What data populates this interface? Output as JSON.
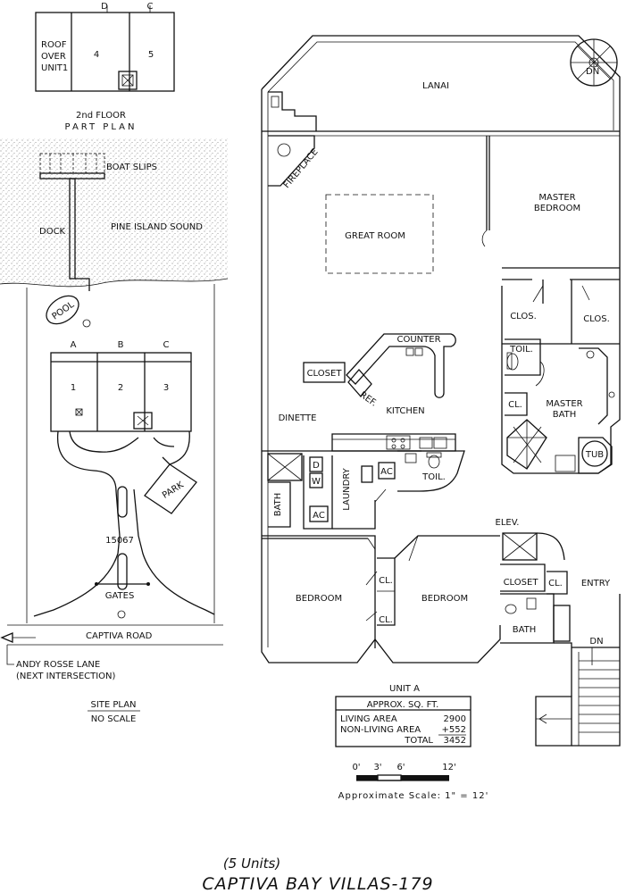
{
  "part_plan": {
    "col_d": "D",
    "col_c": "C",
    "roof_1": "ROOF",
    "roof_2": "OVER",
    "roof_3": "UNIT1",
    "unit_4": "4",
    "unit_5": "5",
    "title_1": "2nd FLOOR",
    "title_2": "PART PLAN"
  },
  "site_plan": {
    "boat_slips": "BOAT SLIPS",
    "dock": "DOCK",
    "sound": "PINE ISLAND SOUND",
    "pool": "POOL",
    "col_a": "A",
    "col_b": "B",
    "col_c": "C",
    "unit_1": "1",
    "unit_2": "2",
    "unit_3": "3",
    "park": "PARK",
    "address": "15067",
    "gates": "GATES",
    "road": "CAPTIVA ROAD",
    "lane_1": "ANDY ROSSE LANE",
    "lane_2": "(NEXT INTERSECTION)",
    "title": "SITE PLAN",
    "subtitle": "NO SCALE"
  },
  "floor_plan": {
    "dn_top": "DN",
    "lanai": "LANAI",
    "fireplace": "FIREPLACE",
    "great_room": "GREAT ROOM",
    "master_bedroom_1": "MASTER",
    "master_bedroom_2": "BEDROOM",
    "clos_left": "CLOS.",
    "clos_right": "CLOS.",
    "toil_master": "TOIL.",
    "cl_master": "CL.",
    "master_bath_1": "MASTER",
    "master_bath_2": "BATH",
    "tub": "TUB",
    "counter": "COUNTER",
    "closet_kitchen": "CLOSET",
    "ref": "REF.",
    "kitchen": "KITCHEN",
    "dinette": "DINETTE",
    "d": "D",
    "w": "W",
    "ac_1": "AC",
    "ac_2": "AC",
    "laundry": "LAUNDRY",
    "toil": "TOIL.",
    "bath_left": "BATH",
    "elev": "ELEV.",
    "closet_entry": "CLOSET",
    "cl_entry": "CL.",
    "entry": "ENTRY",
    "cl_bed_1": "CL.",
    "cl_bed_2": "CL.",
    "bedroom_1": "BEDROOM",
    "bedroom_2": "BEDROOM",
    "bath_right": "BATH",
    "dn_bottom": "DN"
  },
  "unit_table": {
    "title": "UNIT A",
    "header": "APPROX. SQ. FT.",
    "rows": [
      {
        "label": "LIVING AREA",
        "value": "2900"
      },
      {
        "label": "NON-LIVING AREA",
        "value": "+552"
      },
      {
        "label": "TOTAL",
        "value": "3452"
      }
    ]
  },
  "scale": {
    "ticks": [
      "0'",
      "3'",
      "6'",
      "12'"
    ],
    "text": "Approximate Scale: 1\" = 12'"
  },
  "footer": {
    "units": "(5 Units)",
    "name": "CAPTIVA BAY VILLAS-179"
  }
}
